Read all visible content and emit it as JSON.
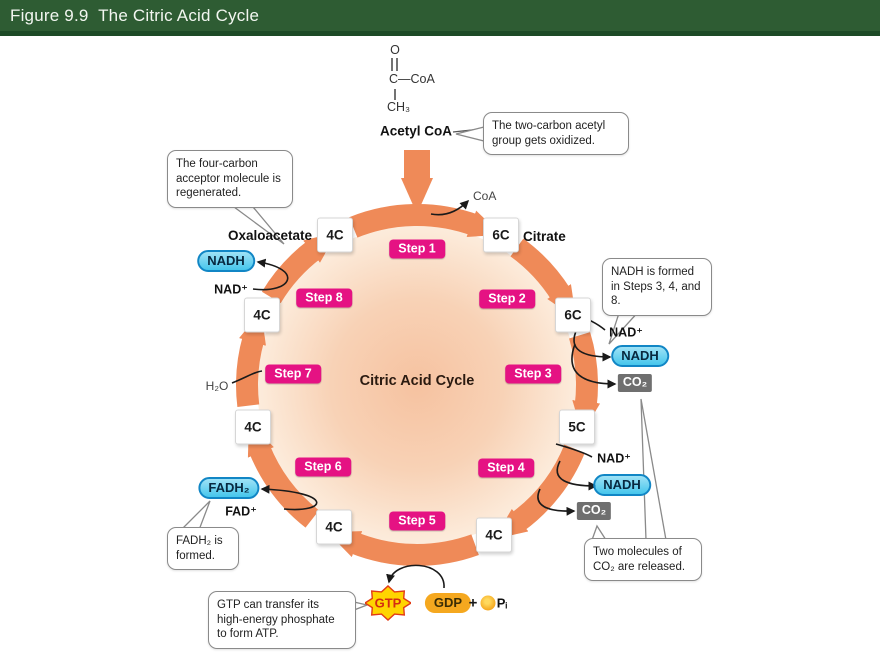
{
  "header": {
    "title": "Figure 9.9  The Citric Acid Cycle"
  },
  "acetyl_structure": {
    "o": "O",
    "c_coa": "C—CoA",
    "ch3": "CH₃",
    "label": "Acetyl CoA"
  },
  "center_label": "Citric Acid Cycle",
  "steps": [
    "Step 1",
    "Step 2",
    "Step 3",
    "Step 4",
    "Step 5",
    "Step 6",
    "Step 7",
    "Step 8"
  ],
  "carbons": [
    "4C",
    "6C",
    "6C",
    "5C",
    "4C",
    "4C",
    "4C",
    "4C"
  ],
  "molecules": {
    "oxaloacetate": "Oxaloacetate",
    "citrate": "Citrate",
    "coa": "CoA",
    "nadh": "NADH",
    "nad_plus": "NAD⁺",
    "co2": "CO₂",
    "h2o": "H₂O",
    "fadh2": "FADH₂",
    "fad_plus": "FAD⁺",
    "gtp": "GTP",
    "gdp": "GDP",
    "plus": "+",
    "pi": "Pᵢ"
  },
  "callouts": {
    "acetyl": "The two-carbon acetyl group gets oxidized.",
    "acceptor": "The four-carbon acceptor molecule is regenerated.",
    "nadh": "NADH is formed in Steps 3, 4, and 8.",
    "co2": "Two molecules of CO₂ are released.",
    "fadh2": "FADH₂ is formed.",
    "gtp": "GTP can transfer its high-energy phosphate to form ATP."
  },
  "colors": {
    "header_green": "#2e5c33",
    "cycle_orange": "#ef8a58",
    "step_magenta": "#e51283",
    "nadh_cyan": "#46c6ec",
    "co2_gray": "#6f6f6f",
    "gtp_yellow": "#ffd400",
    "gtp_red": "#d42b12",
    "gdp_orange": "#f5a81f"
  }
}
